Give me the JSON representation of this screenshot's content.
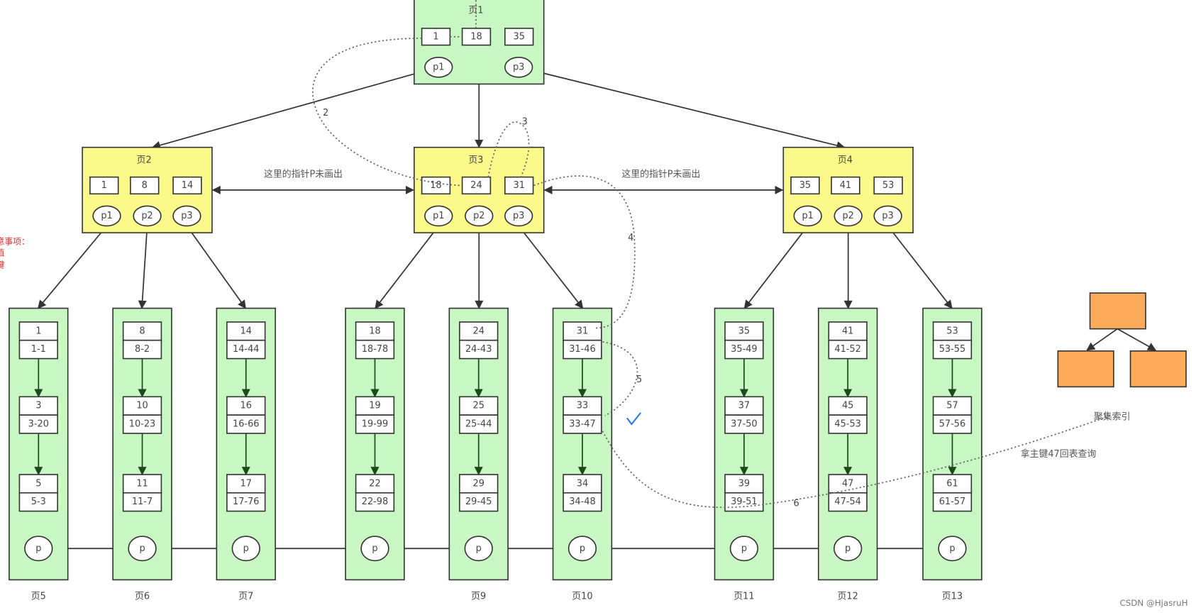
{
  "colors": {
    "leaf_fill": "#c9f7c4",
    "inner_fill": "#fbf98a",
    "root_fill": "#c9f7c4",
    "legend_fill": "#fbab5a",
    "note": "#e23030",
    "check": "#2a7be0"
  },
  "root": {
    "label": "页1",
    "keys": [
      "1",
      "18",
      "35"
    ],
    "pointers": [
      "p1",
      "p3"
    ]
  },
  "inner": [
    {
      "label": "页2",
      "keys": [
        "1",
        "8",
        "14"
      ],
      "pointers": [
        "p1",
        "p2",
        "p3"
      ]
    },
    {
      "label": "页3",
      "keys": [
        "18",
        "24",
        "31"
      ],
      "pointers": [
        "p1",
        "p2",
        "p3"
      ]
    },
    {
      "label": "页4",
      "keys": [
        "35",
        "41",
        "53"
      ],
      "pointers": [
        "p1",
        "p2",
        "p3"
      ]
    }
  ],
  "sibling_note": "这里的指针P未画出",
  "leaves": [
    {
      "label": "页5",
      "records": [
        [
          "1",
          "1-1"
        ],
        [
          "3",
          "3-20"
        ],
        [
          "5",
          "5-3"
        ]
      ],
      "pointer": "p"
    },
    {
      "label": "页6",
      "records": [
        [
          "8",
          "8-2"
        ],
        [
          "10",
          "10-23"
        ],
        [
          "11",
          "11-7"
        ]
      ],
      "pointer": "p"
    },
    {
      "label": "页7",
      "records": [
        [
          "14",
          "14-44"
        ],
        [
          "16",
          "16-66"
        ],
        [
          "17",
          "17-76"
        ]
      ],
      "pointer": "p"
    },
    {
      "label": "",
      "records": [
        [
          "18",
          "18-78"
        ],
        [
          "19",
          "19-99"
        ],
        [
          "22",
          "22-98"
        ]
      ],
      "pointer": "p"
    },
    {
      "label": "页9",
      "records": [
        [
          "24",
          "24-43"
        ],
        [
          "25",
          "25-44"
        ],
        [
          "29",
          "29-45"
        ]
      ],
      "pointer": "p"
    },
    {
      "label": "页10",
      "records": [
        [
          "31",
          "31-46"
        ],
        [
          "33",
          "33-47"
        ],
        [
          "34",
          "34-48"
        ]
      ],
      "pointer": "p"
    },
    {
      "label": "页11",
      "records": [
        [
          "35",
          "35-49"
        ],
        [
          "37",
          "37-50"
        ],
        [
          "39",
          "39-51"
        ]
      ],
      "pointer": "p"
    },
    {
      "label": "页12",
      "records": [
        [
          "41",
          "41-52"
        ],
        [
          "45",
          "45-53"
        ],
        [
          "47",
          "47-54"
        ]
      ],
      "pointer": "p"
    },
    {
      "label": "页13",
      "records": [
        [
          "53",
          "53-55"
        ],
        [
          "57",
          "57-56"
        ],
        [
          "61",
          "61-57"
        ]
      ],
      "pointer": "p"
    }
  ],
  "steps": [
    "2",
    "3",
    "4",
    "5",
    "6"
  ],
  "left_note": [
    "注意事项：",
    "键值",
    "主键"
  ],
  "legend": {
    "label": "聚集索引"
  },
  "lookup_note": "拿主键47回表查询",
  "watermark": "CSDN @HjasruH"
}
